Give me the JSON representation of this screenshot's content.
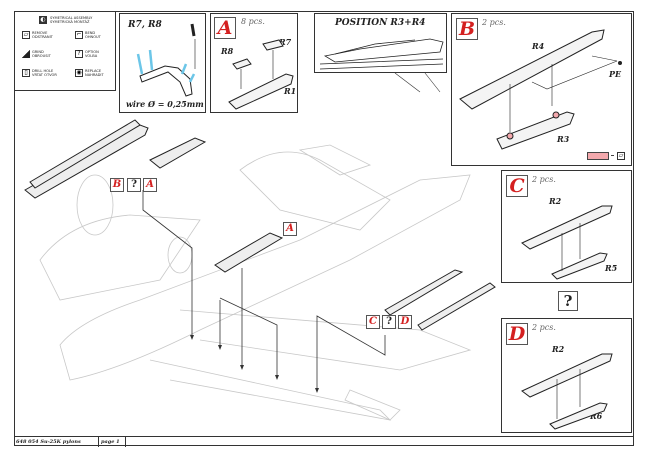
{
  "legend": {
    "symmetrical": {
      "icon": "symmetrical-assembly-icon",
      "en": "SYMETRICAL ASSEMBLY",
      "cz": "SYMETRICKÁ MONTÁŽ"
    },
    "items": [
      {
        "icon": "remove-icon",
        "en": "REMOVE",
        "cz": "ODSTRANIT",
        "glyph": "▱"
      },
      {
        "icon": "bend-icon",
        "en": "BEND",
        "cz": "OHNOUT",
        "glyph": "⌐"
      },
      {
        "icon": "grind-icon",
        "en": "GRIND",
        "cz": "OBROUSIT",
        "glyph": "◢"
      },
      {
        "icon": "option-icon",
        "en": "OPTION",
        "cz": "VOLBA",
        "glyph": "?"
      },
      {
        "icon": "drill-hole-icon",
        "en": "DRILL HOLE",
        "cz": "VRTAT OTVOR",
        "glyph": "▯"
      },
      {
        "icon": "replace-icon",
        "en": "REPLACE",
        "cz": "NAHRADIT",
        "glyph": "◉"
      }
    ]
  },
  "panels": {
    "wire": {
      "title": "R7, R8",
      "note": "wire Ø = 0,25mm"
    },
    "a": {
      "letter": "A",
      "pcs": "8 pcs.",
      "parts": [
        "R8",
        "R7",
        "R1"
      ]
    },
    "position": {
      "title": "POSITION   R3+R4"
    },
    "b": {
      "letter": "B",
      "pcs": "2 pcs.",
      "parts": [
        "R4",
        "PE",
        "R3"
      ],
      "swatch_color": "#f4a9ad"
    },
    "c": {
      "letter": "C",
      "pcs": "2 pcs.",
      "parts": [
        "R2",
        "R5"
      ]
    },
    "option_mark": "?",
    "d": {
      "letter": "D",
      "pcs": "2 pcs.",
      "parts": [
        "R2",
        "R6"
      ]
    }
  },
  "callouts": {
    "left_group": [
      "B",
      "?",
      "A"
    ],
    "mid": "A",
    "right_group": [
      "C",
      "?",
      "D"
    ]
  },
  "footer": {
    "code": "648 054  Su-25K pylons",
    "page": "page 1"
  },
  "colors": {
    "accent_red": "#d42020",
    "line": "#333333",
    "ghost_line": "#c8c8c8"
  }
}
